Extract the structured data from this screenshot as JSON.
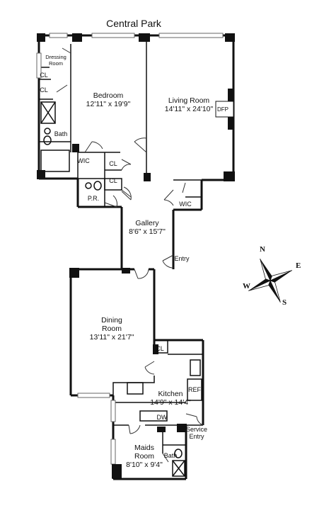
{
  "title": "Central Park",
  "rooms": {
    "dressing_room": {
      "name": "Dressing Room"
    },
    "bedroom": {
      "name": "Bedroom",
      "dims": "12'11\" x 19'9\""
    },
    "living_room": {
      "name": "Living Room",
      "dims": "14'11\" x 24'10\""
    },
    "gallery": {
      "name": "Gallery",
      "dims": "8'6\" x 15'7\""
    },
    "dining_room": {
      "name": "Dining Room",
      "dims": "13'11\" x 21'7\""
    },
    "kitchen": {
      "name": "Kitchen",
      "dims": "14'9\" x 14'4\""
    },
    "maids_room": {
      "name": "Maids Room",
      "dims": "8'10\" x 9'4\""
    }
  },
  "labels": {
    "cl": "CL",
    "bath": "Bath",
    "wic": "WIC",
    "pr": "P.R.",
    "dfp": "DFP",
    "entry": "Entry",
    "service_entry": "Service Entry",
    "ref": "REF",
    "dw": "DW"
  },
  "compass": {
    "n": "N",
    "e": "E",
    "s": "S",
    "w": "W"
  }
}
